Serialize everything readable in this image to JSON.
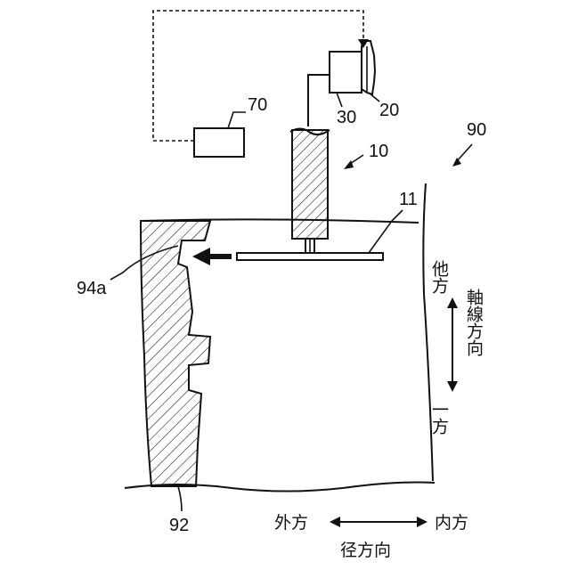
{
  "labels": {
    "ref_70": "70",
    "ref_30": "30",
    "ref_20": "20",
    "ref_10": "10",
    "ref_90": "90",
    "ref_11": "11",
    "ref_94a": "94a",
    "ref_92": "92"
  },
  "axial": {
    "other_side": "他方",
    "axis_label": "軸線方向",
    "one_side": "一方"
  },
  "radial": {
    "outer": "外方",
    "inner": "内方",
    "axis_label": "径方向"
  }
}
